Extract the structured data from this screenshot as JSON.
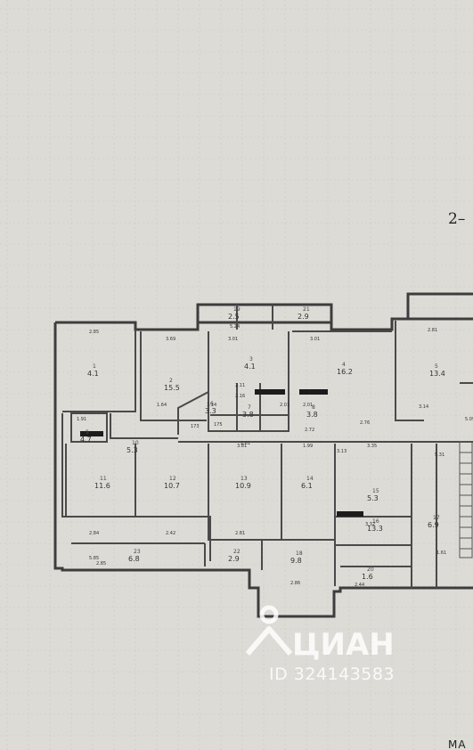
{
  "plan": {
    "section_marker": "2–",
    "bottom_label": "МА",
    "rooms": [
      {
        "area": "4.1",
        "no": "1"
      },
      {
        "area": "15.5",
        "no": "2"
      },
      {
        "area": "4.1",
        "no": "3"
      },
      {
        "area": "16.2",
        "no": "4"
      },
      {
        "area": "13.4",
        "no": "5"
      },
      {
        "area": "3.3",
        "no": "6"
      },
      {
        "area": "3.8",
        "no": "7"
      },
      {
        "area": "3.8",
        "no": "8"
      },
      {
        "area": "4.7",
        "no": "9"
      },
      {
        "area": "5.3",
        "no": "10"
      },
      {
        "area": "11.6",
        "no": "11"
      },
      {
        "area": "10.7",
        "no": "12"
      },
      {
        "area": "10.9",
        "no": "13"
      },
      {
        "area": "6.1",
        "no": "14"
      },
      {
        "area": "5.3",
        "no": "15"
      },
      {
        "area": "13.3",
        "no": "16"
      },
      {
        "area": "6.9",
        "no": "17"
      },
      {
        "area": "9.8",
        "no": "18"
      },
      {
        "area": "2.5",
        "no": "19"
      },
      {
        "area": "1.6",
        "no": "20"
      },
      {
        "area": "2.9",
        "no": "21"
      },
      {
        "area": "2.9",
        "no": "22"
      },
      {
        "area": "6.8",
        "no": "23"
      }
    ],
    "dims": [
      "2.85",
      "3.69",
      "3.01",
      "3.01",
      "2.81",
      "2.81",
      "1.91",
      "3.81",
      "1.99",
      "3.35",
      "2.42",
      "2.81",
      "2.84",
      "2.85",
      "3.13",
      "1.64",
      "3.14",
      "2.01",
      "2.01",
      "2.16",
      "2.76",
      "5.85",
      "5.24",
      "2.44",
      "173",
      "175",
      "2.72",
      "2.11",
      "3.32",
      "2.86",
      "3.14",
      "1.61",
      "5.31",
      "5.09"
    ]
  },
  "watermark": {
    "brand": "ЦИАН",
    "id": "ID 324143583"
  }
}
